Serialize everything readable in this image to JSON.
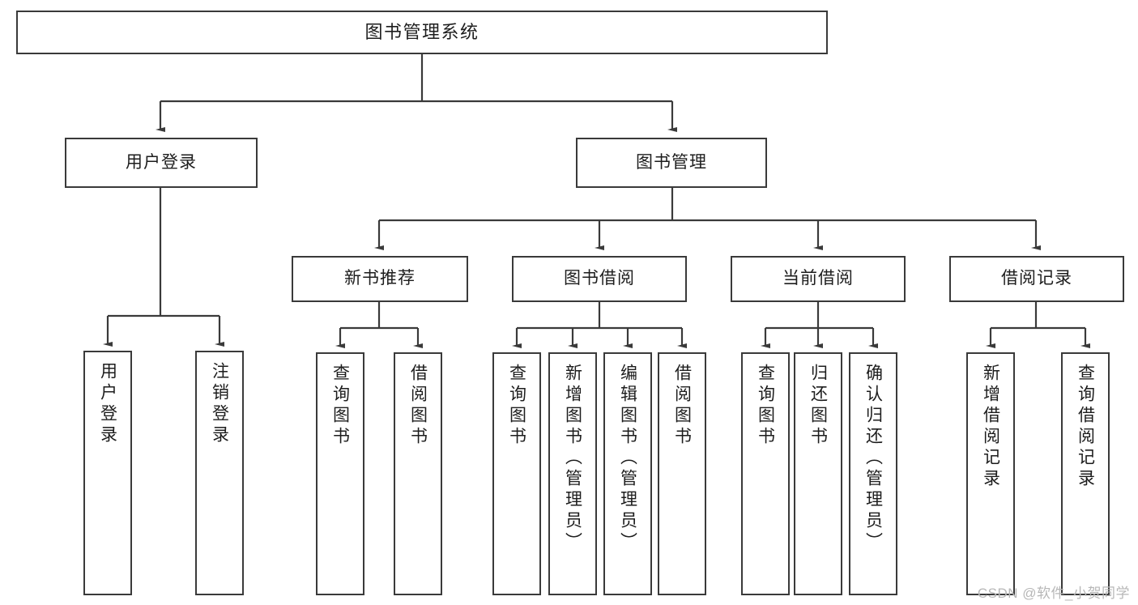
{
  "diagram": {
    "title": "图书管理系统",
    "type": "function-structure-tree",
    "line_color": "#3a3a3a",
    "box_fill": "#ffffff",
    "text_color": "#1d1d1d",
    "watermark": "CSDN @软件_小贺同学"
  },
  "nodes": {
    "root": {
      "label": "图书管理系统"
    },
    "level2": [
      {
        "label": "用户登录"
      },
      {
        "label": "图书管理"
      }
    ],
    "level3": [
      {
        "label": "新书推荐"
      },
      {
        "label": "图书借阅"
      },
      {
        "label": "当前借阅"
      },
      {
        "label": "借阅记录"
      }
    ],
    "leaves": {
      "user_login": [
        {
          "label": "用户登录"
        },
        {
          "label": "注销登录"
        }
      ],
      "new_book_recommend": [
        {
          "label": "查询图书"
        },
        {
          "label": "借阅图书"
        }
      ],
      "book_borrow": [
        {
          "label": "查询图书"
        },
        {
          "label": "新增图书（管理员）"
        },
        {
          "label": "编辑图书（管理员）"
        },
        {
          "label": "借阅图书"
        }
      ],
      "current_borrow": [
        {
          "label": "查询图书"
        },
        {
          "label": "归还图书"
        },
        {
          "label": "确认归还（管理员）"
        }
      ],
      "borrow_record": [
        {
          "label": "新增借阅记录"
        },
        {
          "label": "查询借阅记录"
        }
      ]
    }
  }
}
